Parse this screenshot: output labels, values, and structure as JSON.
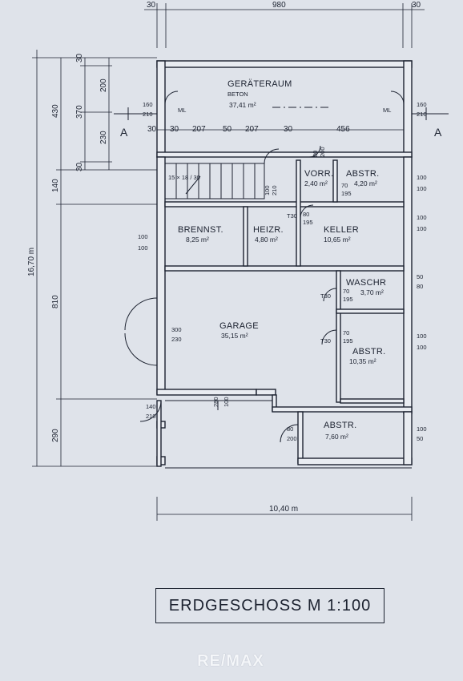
{
  "title": "ERDGESCHOSS  M 1:100",
  "logo": "RE/MAX",
  "rooms": {
    "geraeteraum": {
      "name": "GERÄTERAUM",
      "material": "BETON",
      "area": "37,41 m²"
    },
    "vorraum": {
      "name": "VORR.",
      "area": "2,40 m²"
    },
    "abstr1": {
      "name": "ABSTR.",
      "area": "4,20 m²"
    },
    "brennst": {
      "name": "BRENNST.",
      "area": "8,25 m²"
    },
    "heizr": {
      "name": "HEIZR.",
      "area": "4,80 m²"
    },
    "keller": {
      "name": "KELLER",
      "area": "10,65 m²"
    },
    "waschr": {
      "name": "WASCHR",
      "area": "3,70 m²"
    },
    "garage": {
      "name": "GARAGE",
      "area": "35,15 m²"
    },
    "abstr2": {
      "name": "ABSTR.",
      "area": "10,35 m²"
    },
    "abstr3": {
      "name": "ABSTR.",
      "area": "7,60 m²"
    }
  },
  "stairs": "15 × 18 / 30",
  "section_marker": "A",
  "dims": {
    "top": [
      "30",
      "980",
      "30"
    ],
    "left_outer": [
      "16,70 m"
    ],
    "left_mid": [
      "430",
      "140",
      "810",
      "290"
    ],
    "left_inner": [
      "30",
      "200",
      "370",
      "230",
      "30"
    ],
    "row": [
      "30",
      "30",
      "207",
      "50",
      "207",
      "30",
      "456"
    ],
    "bottom": "10,40 m"
  },
  "openings": {
    "w_left": [
      "160",
      "210"
    ],
    "w_right": [
      "160",
      "210"
    ],
    "ml": "ML",
    "d1": [
      "100",
      "100"
    ],
    "d2": [
      "100",
      "100"
    ],
    "d3": [
      "100",
      "100"
    ],
    "d4": [
      "50",
      "80"
    ],
    "d5": [
      "100",
      "100"
    ],
    "d6": [
      "100",
      "50"
    ],
    "garage_door": [
      "300",
      "230"
    ],
    "side_door": [
      "140",
      "210"
    ],
    "gate": [
      "280",
      "100"
    ],
    "door_abstr3": [
      "80",
      "200"
    ],
    "door_vorr": [
      "70",
      "195"
    ],
    "door_keller": [
      "80",
      "195"
    ],
    "door_waschr": [
      "70",
      "195"
    ],
    "door_abstr2": [
      "70",
      "195"
    ],
    "t30": "T30",
    "door_stair": [
      "100",
      "210"
    ],
    "door_top": [
      "80",
      "200"
    ]
  }
}
